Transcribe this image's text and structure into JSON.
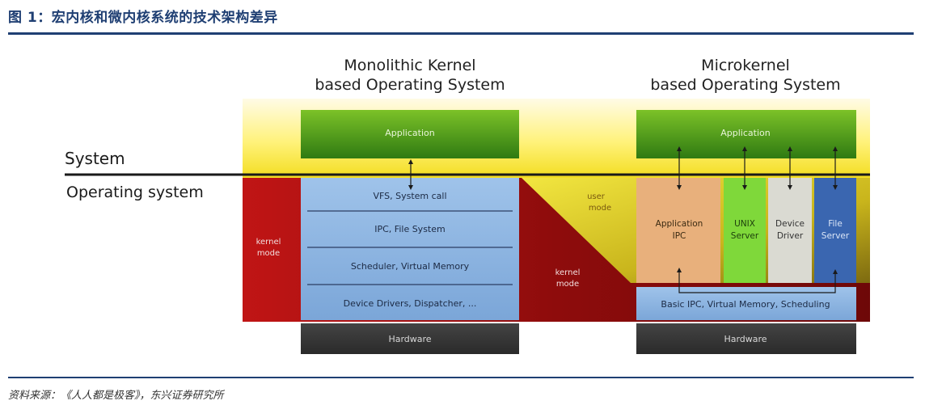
{
  "figure": {
    "title": "图 1：宏内核和微内核系统的技术架构差异",
    "source": "资料来源：《人人都是极客》，东兴证券研究所"
  },
  "diagram": {
    "left": {
      "heading_line1": "Monolithic Kernel",
      "heading_line2": "based Operating System",
      "application": "Application",
      "layers": [
        "VFS, System call",
        "IPC, File System",
        "Scheduler, Virtual Memory",
        "Device Drivers, Dispatcher, ..."
      ],
      "hardware": "Hardware",
      "kernel_mode_line1": "kernel",
      "kernel_mode_line2": "mode"
    },
    "right": {
      "heading_line1": "Microkernel",
      "heading_line2": "based Operating System",
      "application": "Application",
      "user_mode_line1": "user",
      "user_mode_line2": "mode",
      "kernel_mode_line1": "kernel",
      "kernel_mode_line2": "mode",
      "servers": [
        {
          "line1": "Application",
          "line2": "IPC",
          "color": "#e8b07c"
        },
        {
          "line1": "UNIX",
          "line2": "Server",
          "color": "#7fd83a"
        },
        {
          "line1": "Device",
          "line2": "Driver",
          "color": "#dadad2"
        },
        {
          "line1": "File",
          "line2": "Server",
          "color": "#3a66b0"
        }
      ],
      "base": "Basic IPC, Virtual Memory, Scheduling",
      "hardware": "Hardware"
    },
    "labels": {
      "system": "System",
      "operating_system": "Operating system"
    }
  }
}
